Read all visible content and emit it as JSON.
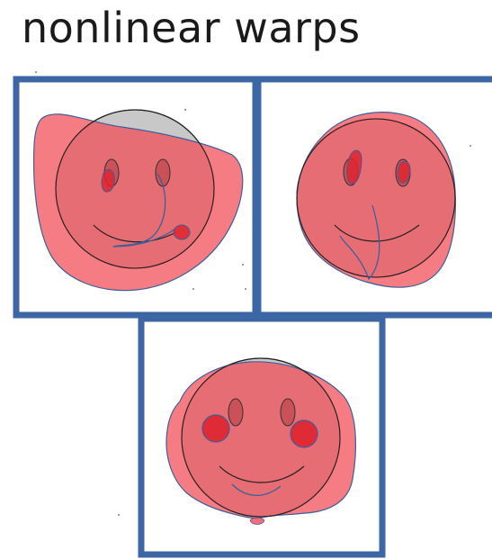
{
  "title": "nonlinear warps",
  "colors": {
    "frame": "#3d67a4",
    "warp_fill": "#f24a55",
    "warp_stroke": "#3f5f99",
    "base_face": "#c8c8c8",
    "cheek": "#de2430"
  },
  "panels": [
    {
      "id": "top-left",
      "description_icon": "warped-smiley-blob"
    },
    {
      "id": "top-right",
      "description_icon": "warped-smiley-rotated"
    },
    {
      "id": "bottom-center",
      "description_icon": "warped-smiley-cheeks"
    }
  ]
}
